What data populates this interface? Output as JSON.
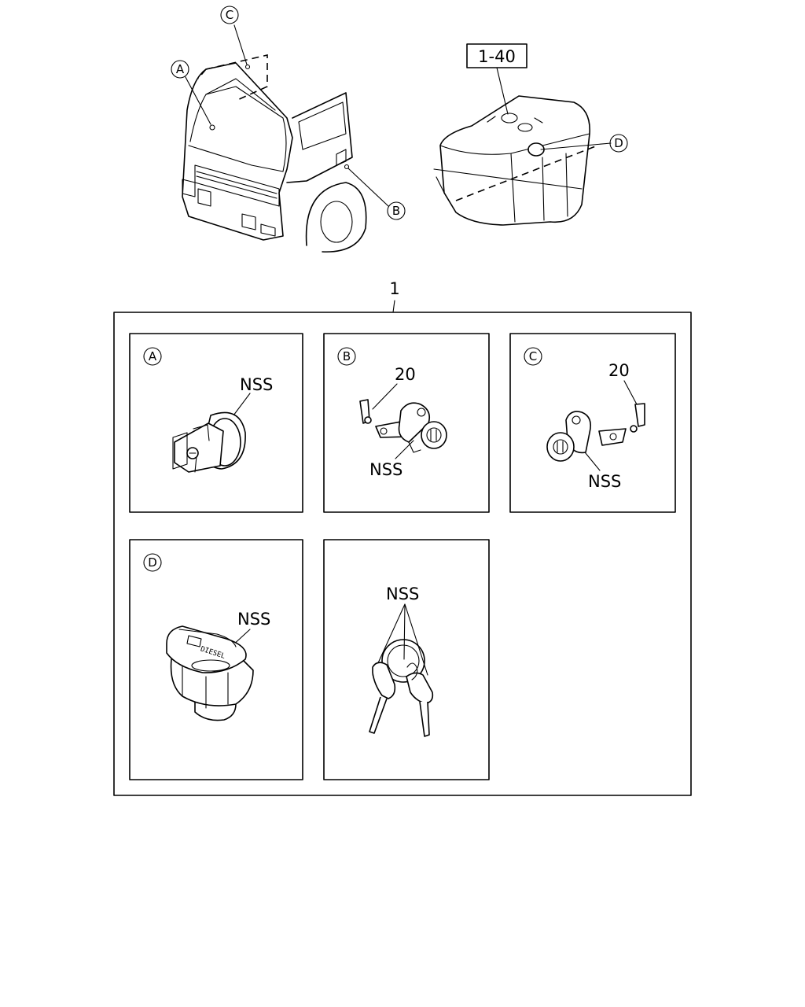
{
  "callouts": {
    "a": "A",
    "b": "B",
    "c": "C",
    "d": "D"
  },
  "ref_box": "1-40",
  "main_ref": "1",
  "panels": {
    "a": {
      "letter": "A",
      "nss": "NSS"
    },
    "b": {
      "letter": "B",
      "part": "20",
      "nss": "NSS"
    },
    "c": {
      "letter": "C",
      "part": "20",
      "nss": "NSS"
    },
    "d": {
      "letter": "D",
      "nss": "NSS",
      "cap_text": "DIESEL"
    },
    "e": {
      "nss": "NSS"
    }
  }
}
